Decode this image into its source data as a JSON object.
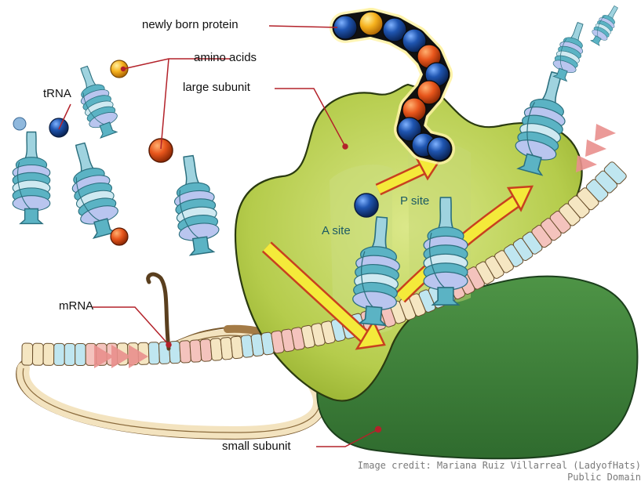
{
  "labels": {
    "newly_born_protein": "newly born protein",
    "amino_acids": "amino acids",
    "large_subunit": "large subunit",
    "trna": "tRNA",
    "mrna": "mRNA",
    "small_subunit": "small subunit",
    "a_site": "A site",
    "p_site": "P site"
  },
  "credit": {
    "line1": "Image credit: Mariana Ruiz Villarreal (LadyofHats)",
    "line2": "Public Domain"
  },
  "colors": {
    "large_subunit": "#b9cf4f",
    "small_subunit": "#3f7f3c",
    "trna_body": "#5bb3c4",
    "bead_blue": "#1e4fa0",
    "bead_orange": "#e0521a",
    "mrna_pink": "#f4c3bd",
    "mrna_blue": "#bfe6f0",
    "mrna_tan": "#f5e6c2",
    "arrow_yellow": "#f4ea3a",
    "pointer_red": "#b3222a"
  }
}
